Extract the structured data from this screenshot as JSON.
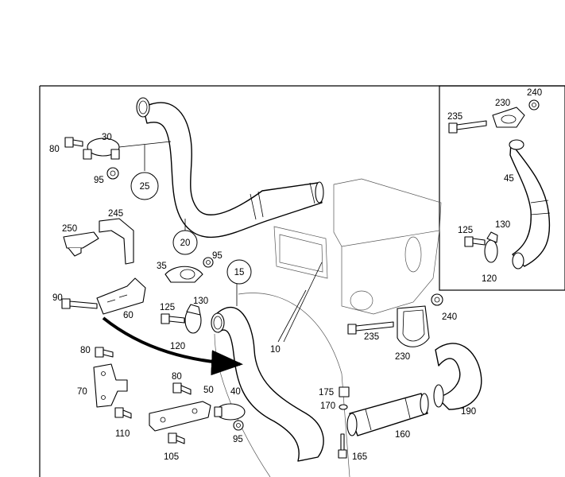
{
  "labels": {
    "p25": "25",
    "p20": "20",
    "p15": "15",
    "p30": "30",
    "p80a": "80",
    "p95a": "95",
    "p250": "250",
    "p245": "245",
    "p35": "35",
    "p95b": "95",
    "p90": "90",
    "p60": "60",
    "p125a": "125",
    "p130a": "130",
    "p120a": "120",
    "p10": "10",
    "p80b": "80",
    "p70": "70",
    "p110": "110",
    "p80c": "80",
    "p50": "50",
    "p40": "40",
    "p105": "105",
    "p95c": "95",
    "p175": "175",
    "p170": "170",
    "p160": "160",
    "p165": "165",
    "p235a": "235",
    "p230a": "230",
    "p240a": "240",
    "p190": "190",
    "p235b": "235",
    "p230b": "230",
    "p240b": "240",
    "p45": "45",
    "p125b": "125",
    "p130b": "130",
    "p120b": "120"
  }
}
